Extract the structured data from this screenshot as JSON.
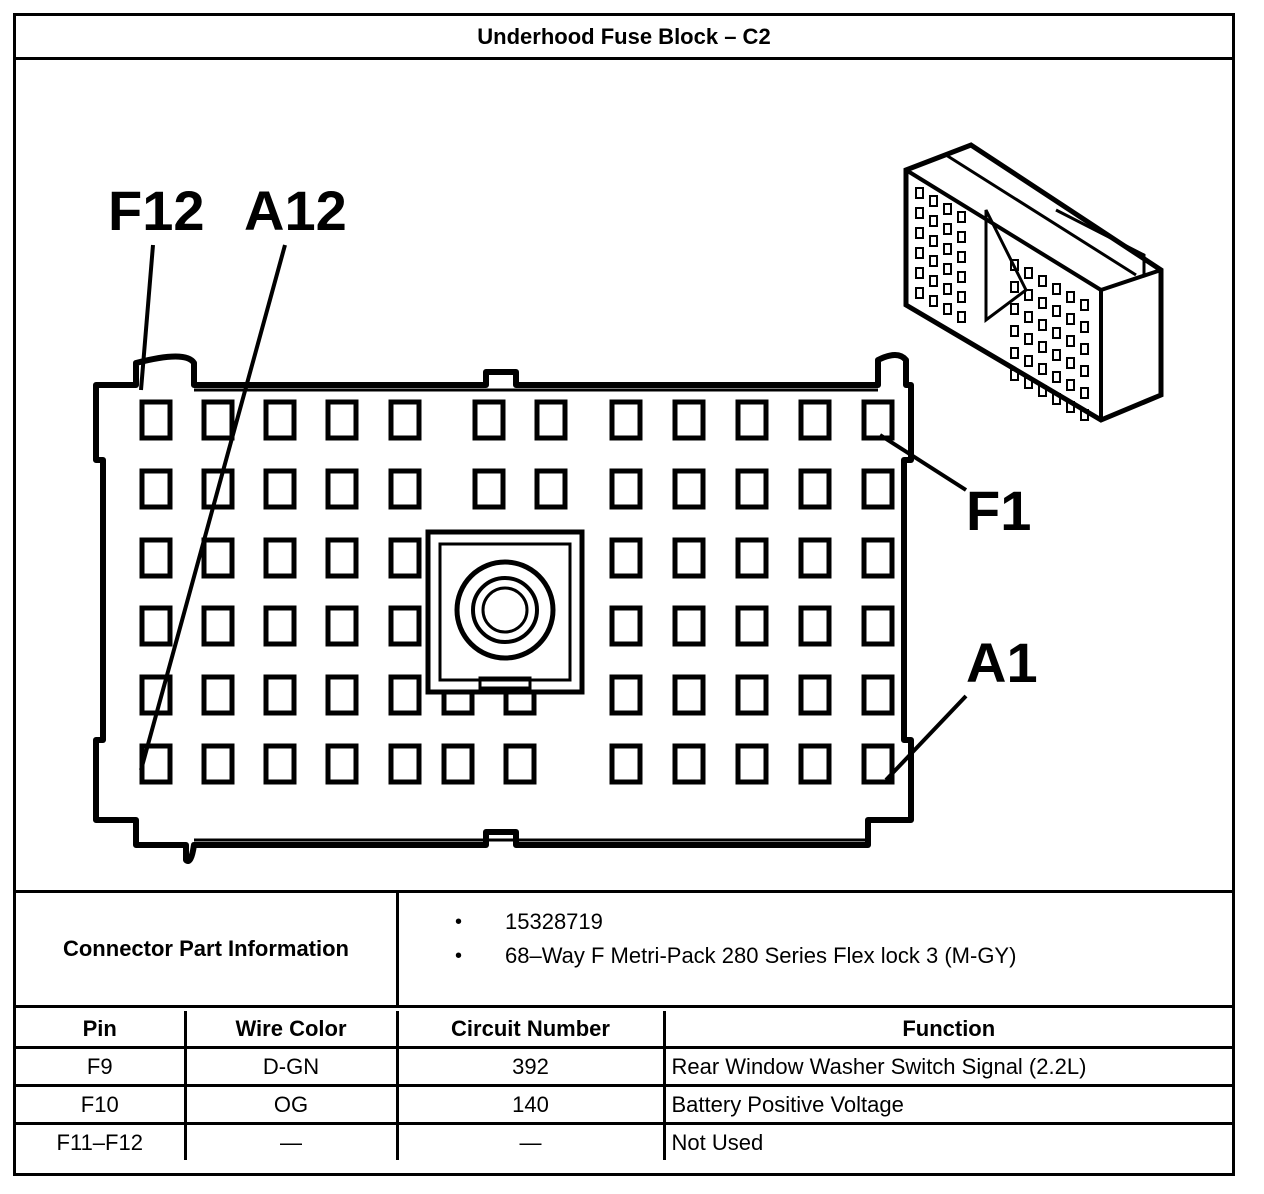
{
  "title": "Underhood Fuse Block – C2",
  "diagram": {
    "callouts": [
      "F12",
      "A12",
      "F1",
      "A1"
    ],
    "rows": 6,
    "columns": 12,
    "center_feature": "bolt-terminal-icon",
    "inset": "connector-3d-view-icon"
  },
  "connector_info": {
    "label": "Connector Part Information",
    "items": [
      "15328719",
      "68–Way F Metri-Pack 280 Series Flex lock 3 (M-GY)"
    ],
    "bullet": "•"
  },
  "pin_table": {
    "headers": [
      "Pin",
      "Wire Color",
      "Circuit Number",
      "Function"
    ],
    "rows": [
      [
        "F9",
        "D-GN",
        "392",
        "Rear Window Washer Switch Signal (2.2L)"
      ],
      [
        "F10",
        "OG",
        "140",
        "Battery Positive Voltage"
      ],
      [
        "F11–F12",
        "—",
        "—",
        "Not Used"
      ]
    ]
  }
}
